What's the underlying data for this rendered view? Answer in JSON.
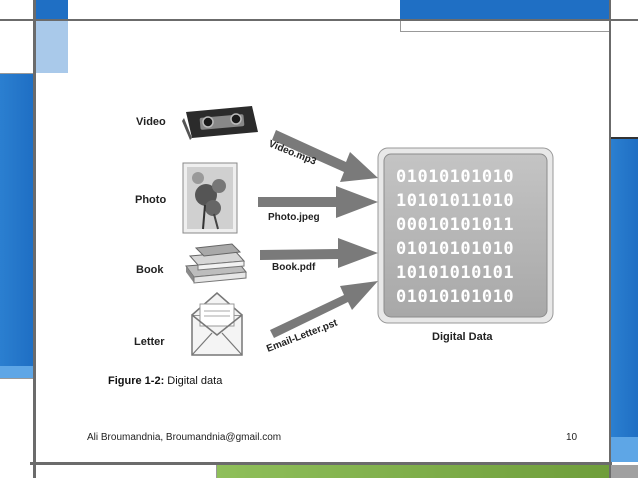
{
  "slide": {
    "author": "Ali Broumandnia, Broumandnia@gmail.com",
    "page_number": "10"
  },
  "figure": {
    "inputs": [
      {
        "label": "Video",
        "file": "Video.mp3",
        "icon": "videotape-icon"
      },
      {
        "label": "Photo",
        "file": "Photo.jpeg",
        "icon": "photo-icon"
      },
      {
        "label": "Book",
        "file": "Book.pdf",
        "icon": "books-icon"
      },
      {
        "label": "Letter",
        "file": "Email-Letter.pst",
        "icon": "envelope-icon"
      }
    ],
    "binary_rows": [
      "01010101010",
      "10101011010",
      "00010101011",
      "01010101010",
      "10101010101",
      "01010101010"
    ],
    "target_label": "Digital Data",
    "caption_bold": "Figure 1-2:",
    "caption_text": " Digital data"
  },
  "colors": {
    "frame_gray": "#6b6b6b",
    "blue_dark": "#1f6fc4",
    "blue_light": "#a9c9ea",
    "green": "#7fb04a",
    "arrow_gray": "#7a7a7a",
    "box_gray": "#b5b5b5"
  }
}
